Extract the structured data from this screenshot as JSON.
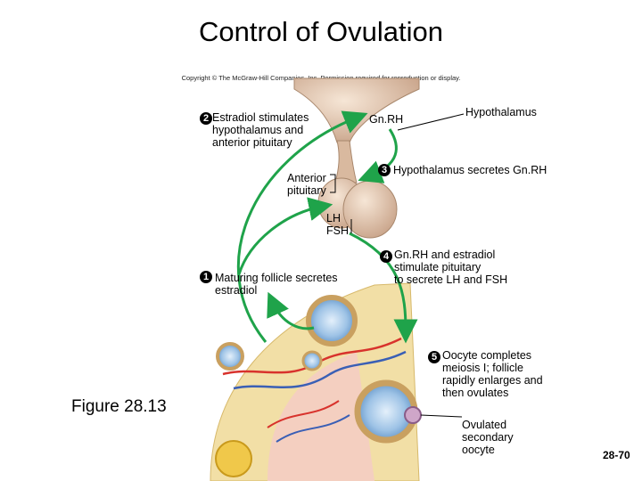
{
  "title": "Control of Ovulation",
  "copyright": "Copyright © The McGraw-Hill Companies, Inc. Permission required for reproduction or display.",
  "labels": {
    "hypothalamus": "Hypothalamus",
    "gnrh": "Gn.RH",
    "anterior_pituitary": "Anterior\npituitary",
    "lh_fsh": "LH\nFSH",
    "ovulated_oocyte": "Ovulated\nsecondary\noocyte"
  },
  "steps": [
    {
      "number": "1",
      "text": "Maturing follicle secretes\nestradiol"
    },
    {
      "number": "2",
      "text": "Estradiol stimulates\nhypothalamus and\nanterior pituitary"
    },
    {
      "number": "3",
      "text": "Hypothalamus secretes Gn.RH"
    },
    {
      "number": "4",
      "text": "Gn.RH and estradiol\nstimulate pituitary\nto secrete LH and FSH"
    },
    {
      "number": "5",
      "text": "Oocyte completes\nmeiosis I; follicle\nrapidly enlarges and\nthen ovulates"
    }
  ],
  "figure_label": "Figure 28.13",
  "slide_number": "28-70",
  "colors": {
    "arrow": "#1fa34a",
    "gland": "#e8d2be",
    "ovary": "#f2dfa6",
    "follicle": "#9ec3e6"
  }
}
